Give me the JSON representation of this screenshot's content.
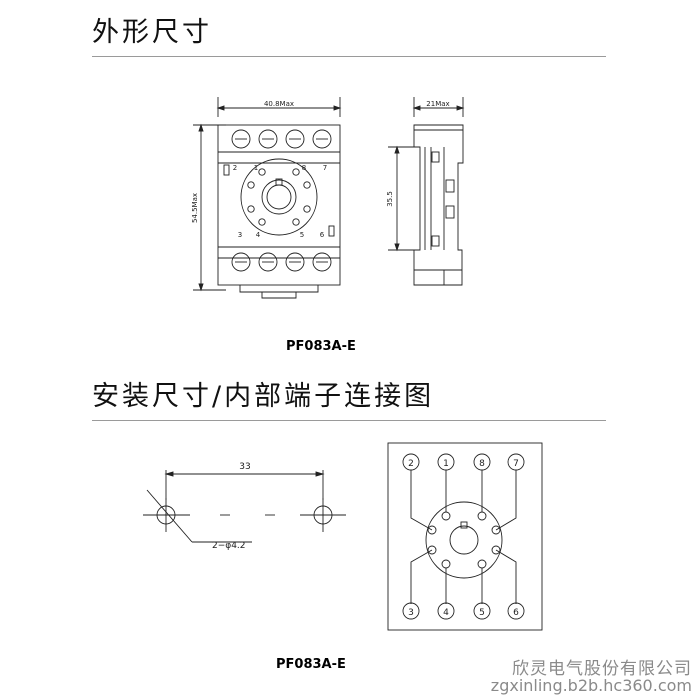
{
  "section1": {
    "title": "外形尺寸"
  },
  "section2": {
    "title": "安装尺寸/内部端子连接图"
  },
  "front_view": {
    "width_label": "40.8Max",
    "height_label": "54.5Max",
    "top_numbers": [
      "2",
      "1",
      "8",
      "7"
    ],
    "bottom_numbers": [
      "3",
      "4",
      "5",
      "6"
    ]
  },
  "side_view": {
    "width_label": "21Max",
    "height_label": "35.5"
  },
  "model_label_1": "PF083A-E",
  "mounting": {
    "spacing_label": "33",
    "hole_label": "2−φ4.2"
  },
  "wiring": {
    "top_terminals": [
      "2",
      "1",
      "8",
      "7"
    ],
    "bottom_terminals": [
      "3",
      "4",
      "5",
      "6"
    ]
  },
  "model_label_2": "PF083A-E",
  "watermark": {
    "company": "欣灵电气股份有限公司",
    "url": "zgxinling.b2b.hc360.com"
  }
}
